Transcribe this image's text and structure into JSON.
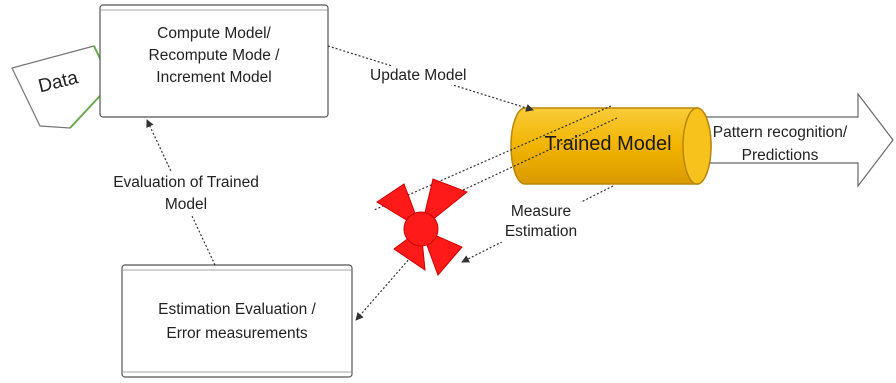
{
  "data_input": {
    "label": "Data"
  },
  "compute_box": {
    "lines": [
      "Compute Model/",
      "Recompute Mode /",
      "Increment Model"
    ]
  },
  "edge_update": {
    "label": "Update Model"
  },
  "trained_model": {
    "label": "Trained Model"
  },
  "output_arrow": {
    "lines": [
      "Pattern recognition/",
      "Predictions"
    ]
  },
  "edge_evaluation": {
    "lines": [
      "Evaluation of Trained",
      "Model"
    ]
  },
  "edge_measure": {
    "lines": [
      "Measure",
      "Estimation"
    ]
  },
  "estimation_box": {
    "lines": [
      "Estimation Evaluation /",
      "Error measurements"
    ]
  },
  "colors": {
    "cylinder_fill": "#F5B800",
    "cylinder_stroke": "#B8860B",
    "bowtie_fill": "#FF1A1A",
    "box_stroke": "#555555",
    "text": "#222222"
  }
}
